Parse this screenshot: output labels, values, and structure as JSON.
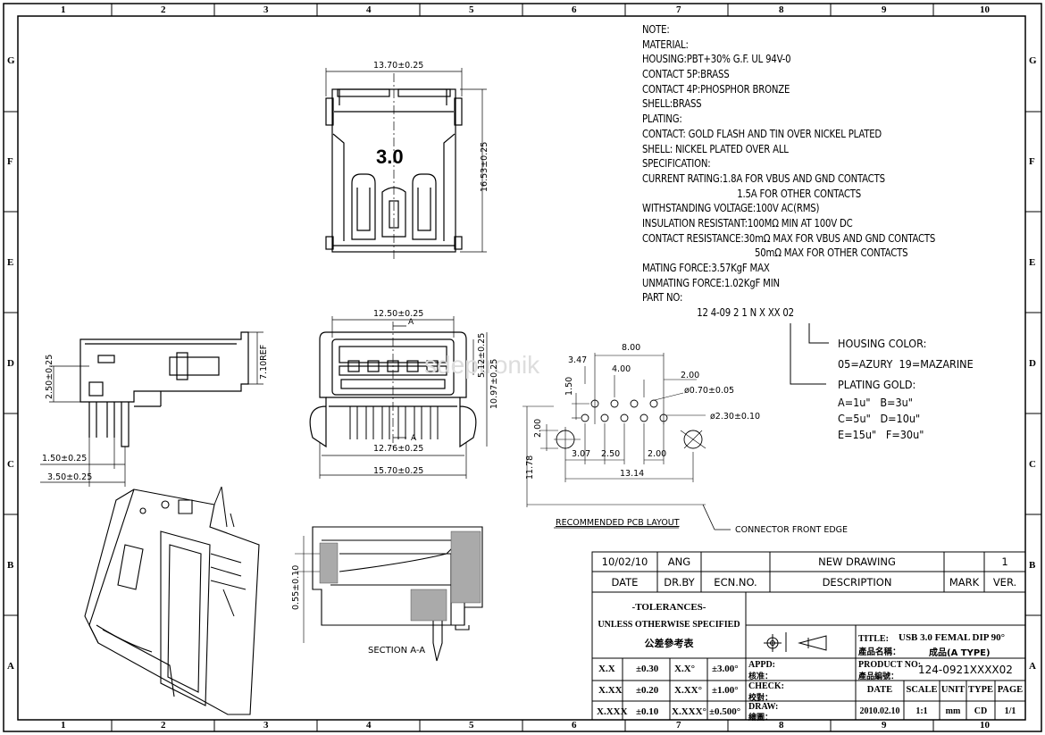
{
  "border": {
    "columns": [
      "1",
      "2",
      "3",
      "4",
      "5",
      "6",
      "7",
      "8",
      "9",
      "10"
    ],
    "rows": [
      "G",
      "F",
      "E",
      "D",
      "C",
      "B",
      "A"
    ]
  },
  "notes": {
    "lines": [
      "NOTE:",
      "MATERIAL:",
      "HOUSING:PBT+30% G.F. UL 94V-0",
      "CONTACT 5P:BRASS",
      "CONTACT 4P:PHOSPHOR BRONZE",
      "SHELL:BRASS",
      "PLATING:",
      "CONTACT: GOLD FLASH AND TIN OVER NICKEL PLATED",
      "SHELL: NICKEL PLATED OVER ALL",
      "SPECIFICATION:",
      "CURRENT RATING:1.8A FOR VBUS AND GND CONTACTS",
      "1.5A FOR OTHER CONTACTS",
      "WITHSTANDING VOLTAGE:100V AC(RMS)",
      "INSULATION RESISTANT:100MΩ MIN AT 100V DC",
      "CONTACT RESISTANCE:30mΩ MAX FOR VBUS AND GND CONTACTS",
      "50mΩ MAX FOR OTHER CONTACTS",
      "MATING FORCE:3.57KgF MAX",
      "UNMATING FORCE:1.02KgF MIN",
      "PART NO:"
    ],
    "part_no_code": "12 4-09 2 1 N X XX 02",
    "housing_color_label": "HOUSING COLOR:",
    "housing_colors": "05=AZURY  19=MAZARINE",
    "plating_gold_label": "PLATING GOLD:",
    "plating_gold_options": [
      "A=1u\"   B=3u\"",
      "C=5u\"   D=10u\"",
      "E=15u\"   F=30u\""
    ]
  },
  "views": {
    "top_label": "3.0",
    "section_label": "SECTION A-A",
    "section_marker": "A",
    "pcb_layout_label": "RECOMMENDED PCB LAYOUT",
    "connector_front_edge": "CONNECTOR FRONT EDGE",
    "watermark": "sdeptronik"
  },
  "dimensions": {
    "top_width": "13.70±0.25",
    "top_height": "16.53±0.25",
    "side_height": "7.10REF",
    "side_pin": "2.50±0.25",
    "side_w1": "1.50±0.25",
    "side_w2": "3.50±0.25",
    "front_width_top": "12.50±0.25",
    "front_h1": "5.12±0.25",
    "front_h2": "10.97±0.25",
    "front_width_mid": "12.76±0.25",
    "front_width_bottom": "15.70±0.25",
    "pcb_8": "8.00",
    "pcb_347": "3.47",
    "pcb_400": "4.00",
    "pcb_200a": "2.00",
    "pcb_hole_small": "ø0.70±0.05",
    "pcb_hole_large": "ø2.30±0.10",
    "pcb_150": "1.50",
    "pcb_200b": "2.00",
    "pcb_307": "3.07",
    "pcb_250": "2.50",
    "pcb_200c": "2.00",
    "pcb_1314": "13.14",
    "pcb_1178": "11.78",
    "section_h": "0.55±0.10"
  },
  "revision_table": {
    "date": "10/02/10",
    "drawn_by": "ANG",
    "ecn": "",
    "description": "NEW DRAWING",
    "mark": "",
    "version": "1",
    "headers": [
      "DATE",
      "DR.BY",
      "ECN.NO.",
      "DESCRIPTION",
      "MARK",
      "VER."
    ]
  },
  "title_block": {
    "tolerances_title": "-TOLERANCES-",
    "tolerances_sub": "UNLESS OTHERWISE SPECIFIED",
    "tolerances_cn": "公差參考表",
    "tol_rows": [
      {
        "k1": "X.X",
        "v1": "±0.30",
        "k2": "X.X°",
        "v2": "±3.00°"
      },
      {
        "k1": "X.XX",
        "v1": "±0.20",
        "k2": "X.XX°",
        "v2": "±1.00°"
      },
      {
        "k1": "X.XXX",
        "v1": "±0.10",
        "k2": "X.XXX°",
        "v2": "±0.500°"
      }
    ],
    "appd": "APPD:",
    "appd_cn": "核准：",
    "check": "CHECK:",
    "check_cn": "校對：",
    "draw": "DRAW:",
    "draw_cn": "繪圖：",
    "title_label": "TITLE:",
    "title_value": "USB 3.0 FEMAL DIP 90°",
    "title_cn_label": "產品名稱：",
    "title_cn_value": "成品(A TYPE)",
    "product_no_label": "PRODUCT NO:",
    "product_no_cn": "產品編號：",
    "product_no": "124-0921XXXX02",
    "info_headers": [
      "DATE",
      "SCALE",
      "UNIT",
      "TYPE",
      "PAGE"
    ],
    "info_values": [
      "2010.02.10",
      "1:1",
      "mm",
      "CD",
      "1/1"
    ]
  }
}
